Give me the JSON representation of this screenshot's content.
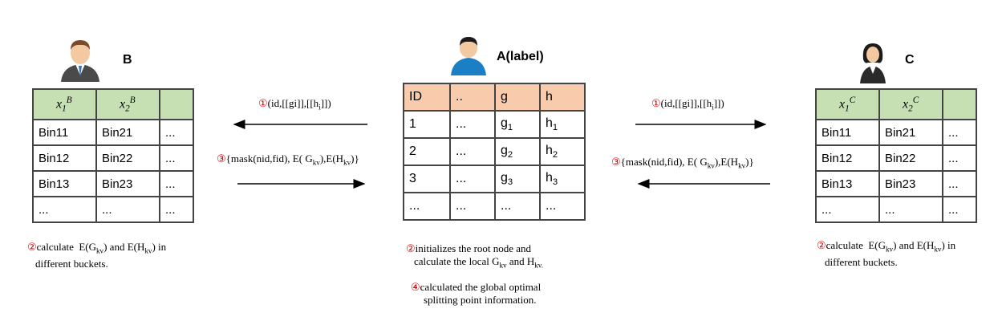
{
  "parties": {
    "b": {
      "label": "B"
    },
    "a": {
      "label": "A(label)"
    },
    "c": {
      "label": "C"
    }
  },
  "table_b": {
    "header": [
      "x1B",
      "x2B",
      ""
    ],
    "rows": [
      [
        "Bin11",
        "Bin21",
        "..."
      ],
      [
        "Bin12",
        "Bin22",
        "..."
      ],
      [
        "Bin13",
        "Bin23",
        "..."
      ],
      [
        "...",
        "...",
        "..."
      ]
    ]
  },
  "table_a": {
    "header": [
      "ID",
      "..",
      "g",
      "h"
    ],
    "rows": [
      [
        "1",
        "...",
        "g1",
        "h1"
      ],
      [
        "2",
        "...",
        "g2",
        "h2"
      ],
      [
        "3",
        "...",
        "g3",
        "h3"
      ],
      [
        "...",
        "...",
        "...",
        "..."
      ]
    ]
  },
  "table_c": {
    "header": [
      "x1C",
      "x2C",
      ""
    ],
    "rows": [
      [
        "Bin11",
        "Bin21",
        "..."
      ],
      [
        "Bin12",
        "Bin22",
        "..."
      ],
      [
        "Bin13",
        "Bin23",
        "..."
      ],
      [
        "...",
        "...",
        "..."
      ]
    ]
  },
  "steps": {
    "step1_marker": "①",
    "step1_text": "(id,[[gi]],[[hi]])",
    "step2_marker": "②",
    "step3_marker": "③",
    "step3_text": "{mask(nid,fid), E( Gkv),E(Hkv)}",
    "step4_marker": "④",
    "note_b": "calculate E(Gkv) and E(Hkv) in different buckets.",
    "note_a": "initializes the root node and calculate the local Gkv and Hkv.",
    "note_c": "calculate E(Gkv) and E(Hkv) in different buckets.",
    "note_a2": "calculated the global optimal splitting point information."
  },
  "colors": {
    "side_header": "#c6e0b4",
    "mid_header": "#f8cbad",
    "marker": "#d00000"
  }
}
